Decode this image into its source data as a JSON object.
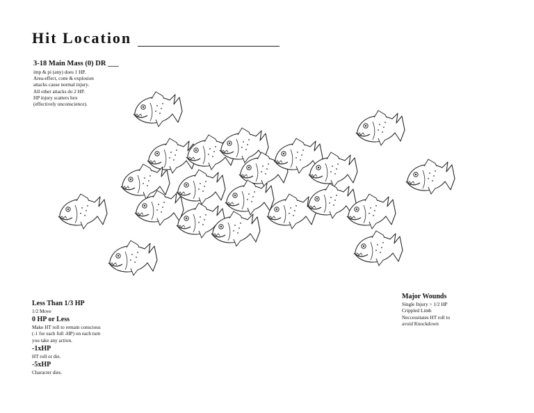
{
  "title": "Hit Location",
  "main_mass": {
    "heading": "3-18 Main Mass (0)  DR ___",
    "lines": [
      "imp & pi (any) does 1 HP.",
      "Area-effect, cone & explosion",
      "attacks cause normal injury.",
      "All other attacks do 2 HP.",
      "HP injury scatters hex",
      "(effectively unconscience)."
    ]
  },
  "hp_status": {
    "less_third": {
      "heading": "Less Than 1/3 HP",
      "text": "1/2 Move"
    },
    "zero": {
      "heading": "0 HP or Less",
      "lines": [
        "Make HT roll to remain conscious",
        "(-1 for each full -HP) on each turn",
        "you take any action."
      ]
    },
    "neg_1x": {
      "heading": "-1xHP",
      "text": "HT roll or die."
    },
    "neg_5x": {
      "heading": "-5xHP",
      "text": "Character dies."
    }
  },
  "major_wounds": {
    "heading": "Major Wounds",
    "lines": [
      "Single Injury > 1/2 HP",
      "Crippled Limb",
      "Neccessitates HT roll to",
      "avoid Knockdown"
    ]
  },
  "illustration": {
    "subject": "school of piranha fish",
    "icon": "piranha-school-icon",
    "stroke_color": "#2a2a2a"
  }
}
